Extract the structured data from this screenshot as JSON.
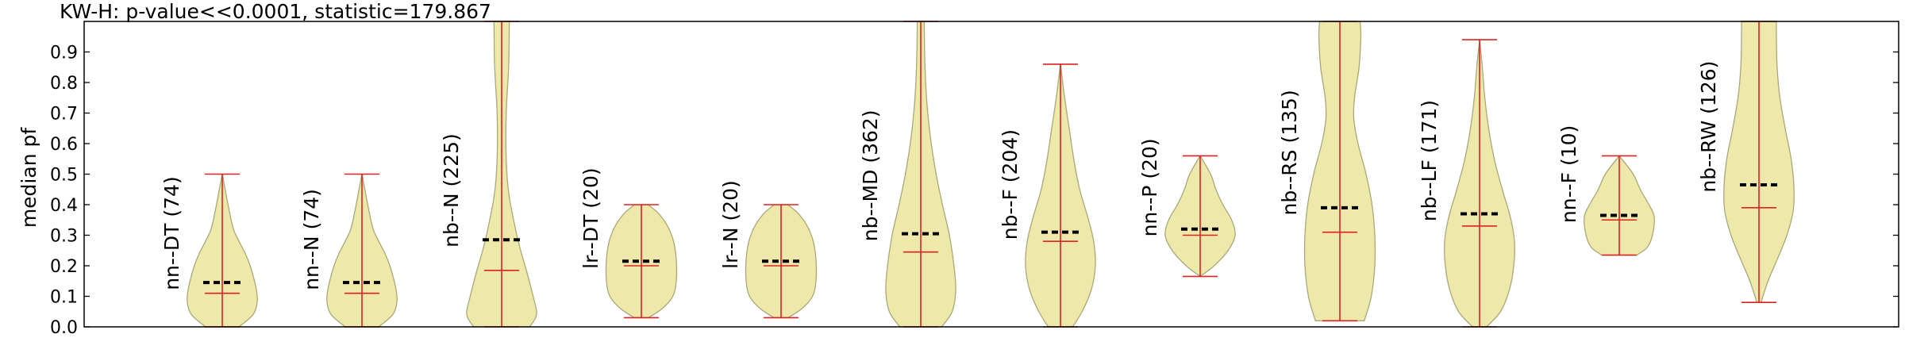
{
  "chart_data": {
    "type": "violin",
    "title": "KW-H: p-value<<0.0001, statistic=179.867",
    "xlabel": "",
    "ylabel": "median pf",
    "ylim": [
      0.0,
      1.0
    ],
    "yticks": [
      "0.0",
      "0.1",
      "0.2",
      "0.3",
      "0.4",
      "0.5",
      "0.6",
      "0.7",
      "0.8",
      "0.9"
    ],
    "grid": false,
    "colors": {
      "fill": "#eee8aa",
      "edge": "#a8a878",
      "whisker": "#dd2222",
      "mean": "#000000"
    },
    "groups": [
      {
        "label": "nn--DT (74)",
        "min": 0.0,
        "max": 0.5,
        "median": 0.11,
        "mean": 0.145,
        "profile": [
          [
            0.0,
            0.48
          ],
          [
            0.04,
            0.88
          ],
          [
            0.08,
            1.0
          ],
          [
            0.12,
            0.98
          ],
          [
            0.16,
            0.9
          ],
          [
            0.2,
            0.8
          ],
          [
            0.24,
            0.66
          ],
          [
            0.28,
            0.48
          ],
          [
            0.32,
            0.32
          ],
          [
            0.38,
            0.2
          ],
          [
            0.44,
            0.1
          ],
          [
            0.5,
            0.0
          ]
        ]
      },
      {
        "label": "nn--N (74)",
        "min": 0.0,
        "max": 0.5,
        "median": 0.11,
        "mean": 0.145,
        "profile": [
          [
            0.0,
            0.48
          ],
          [
            0.04,
            0.88
          ],
          [
            0.08,
            1.0
          ],
          [
            0.12,
            0.98
          ],
          [
            0.16,
            0.9
          ],
          [
            0.2,
            0.8
          ],
          [
            0.24,
            0.66
          ],
          [
            0.28,
            0.48
          ],
          [
            0.32,
            0.32
          ],
          [
            0.38,
            0.2
          ],
          [
            0.44,
            0.1
          ],
          [
            0.5,
            0.0
          ]
        ]
      },
      {
        "label": "nb--N (225)",
        "min": 0.0,
        "max": 1.0,
        "median": 0.185,
        "mean": 0.285,
        "profile": [
          [
            0.0,
            0.8
          ],
          [
            0.04,
            1.0
          ],
          [
            0.1,
            0.9
          ],
          [
            0.18,
            0.72
          ],
          [
            0.26,
            0.52
          ],
          [
            0.34,
            0.36
          ],
          [
            0.44,
            0.2
          ],
          [
            0.55,
            0.13
          ],
          [
            0.7,
            0.13
          ],
          [
            0.85,
            0.2
          ],
          [
            1.0,
            0.22
          ]
        ]
      },
      {
        "label": "lr--DT (20)",
        "min": 0.03,
        "max": 0.4,
        "median": 0.2,
        "mean": 0.215,
        "profile": [
          [
            0.03,
            0.2
          ],
          [
            0.06,
            0.6
          ],
          [
            0.1,
            0.9
          ],
          [
            0.15,
            1.0
          ],
          [
            0.22,
            1.0
          ],
          [
            0.28,
            0.92
          ],
          [
            0.33,
            0.75
          ],
          [
            0.37,
            0.5
          ],
          [
            0.4,
            0.2
          ]
        ]
      },
      {
        "label": "lr--N (20)",
        "min": 0.03,
        "max": 0.4,
        "median": 0.2,
        "mean": 0.215,
        "profile": [
          [
            0.03,
            0.2
          ],
          [
            0.06,
            0.6
          ],
          [
            0.1,
            0.9
          ],
          [
            0.15,
            1.0
          ],
          [
            0.22,
            1.0
          ],
          [
            0.28,
            0.92
          ],
          [
            0.33,
            0.75
          ],
          [
            0.37,
            0.5
          ],
          [
            0.4,
            0.2
          ]
        ]
      },
      {
        "label": "nb--MD (362)",
        "min": 0.0,
        "max": 1.0,
        "median": 0.245,
        "mean": 0.305,
        "profile": [
          [
            0.0,
            0.6
          ],
          [
            0.05,
            0.9
          ],
          [
            0.12,
            1.0
          ],
          [
            0.2,
            0.95
          ],
          [
            0.3,
            0.82
          ],
          [
            0.4,
            0.62
          ],
          [
            0.5,
            0.44
          ],
          [
            0.6,
            0.3
          ],
          [
            0.7,
            0.2
          ],
          [
            0.8,
            0.14
          ],
          [
            0.9,
            0.11
          ],
          [
            1.0,
            0.1
          ]
        ]
      },
      {
        "label": "nb--F (204)",
        "min": 0.0,
        "max": 0.86,
        "median": 0.28,
        "mean": 0.31,
        "profile": [
          [
            0.0,
            0.35
          ],
          [
            0.05,
            0.62
          ],
          [
            0.12,
            0.88
          ],
          [
            0.2,
            1.0
          ],
          [
            0.28,
            0.95
          ],
          [
            0.36,
            0.78
          ],
          [
            0.45,
            0.55
          ],
          [
            0.55,
            0.38
          ],
          [
            0.65,
            0.25
          ],
          [
            0.75,
            0.12
          ],
          [
            0.86,
            0.0
          ]
        ]
      },
      {
        "label": "nn--P (20)",
        "min": 0.165,
        "max": 0.56,
        "median": 0.3,
        "mean": 0.32,
        "profile": [
          [
            0.165,
            0.0
          ],
          [
            0.2,
            0.4
          ],
          [
            0.25,
            0.8
          ],
          [
            0.3,
            1.0
          ],
          [
            0.35,
            0.9
          ],
          [
            0.4,
            0.65
          ],
          [
            0.45,
            0.45
          ],
          [
            0.5,
            0.3
          ],
          [
            0.56,
            0.0
          ]
        ]
      },
      {
        "label": "nb--RS (135)",
        "min": 0.02,
        "max": 1.0,
        "median": 0.31,
        "mean": 0.39,
        "profile": [
          [
            0.02,
            0.7
          ],
          [
            0.1,
            0.9
          ],
          [
            0.2,
            1.0
          ],
          [
            0.3,
            1.0
          ],
          [
            0.4,
            0.92
          ],
          [
            0.5,
            0.75
          ],
          [
            0.6,
            0.52
          ],
          [
            0.68,
            0.4
          ],
          [
            0.75,
            0.42
          ],
          [
            0.85,
            0.55
          ],
          [
            0.95,
            0.6
          ],
          [
            1.0,
            0.58
          ]
        ]
      },
      {
        "label": "nb--LF (171)",
        "min": 0.0,
        "max": 0.94,
        "median": 0.33,
        "mean": 0.37,
        "profile": [
          [
            0.0,
            0.2
          ],
          [
            0.05,
            0.6
          ],
          [
            0.12,
            0.85
          ],
          [
            0.2,
            0.98
          ],
          [
            0.28,
            1.0
          ],
          [
            0.36,
            0.88
          ],
          [
            0.45,
            0.65
          ],
          [
            0.55,
            0.42
          ],
          [
            0.65,
            0.26
          ],
          [
            0.75,
            0.15
          ],
          [
            0.85,
            0.08
          ],
          [
            0.94,
            0.0
          ]
        ]
      },
      {
        "label": "nn--F (10)",
        "min": 0.235,
        "max": 0.56,
        "median": 0.35,
        "mean": 0.365,
        "profile": [
          [
            0.235,
            0.5
          ],
          [
            0.26,
            0.8
          ],
          [
            0.3,
            0.95
          ],
          [
            0.36,
            1.0
          ],
          [
            0.4,
            0.85
          ],
          [
            0.45,
            0.6
          ],
          [
            0.5,
            0.4
          ],
          [
            0.56,
            0.0
          ]
        ]
      },
      {
        "label": "nb--RW (126)",
        "min": 0.08,
        "max": 1.0,
        "median": 0.39,
        "mean": 0.465,
        "profile": [
          [
            0.08,
            0.06
          ],
          [
            0.15,
            0.26
          ],
          [
            0.22,
            0.52
          ],
          [
            0.3,
            0.8
          ],
          [
            0.38,
            0.98
          ],
          [
            0.46,
            1.0
          ],
          [
            0.55,
            0.92
          ],
          [
            0.65,
            0.75
          ],
          [
            0.75,
            0.6
          ],
          [
            0.85,
            0.52
          ],
          [
            0.95,
            0.5
          ],
          [
            1.0,
            0.5
          ]
        ]
      }
    ]
  }
}
